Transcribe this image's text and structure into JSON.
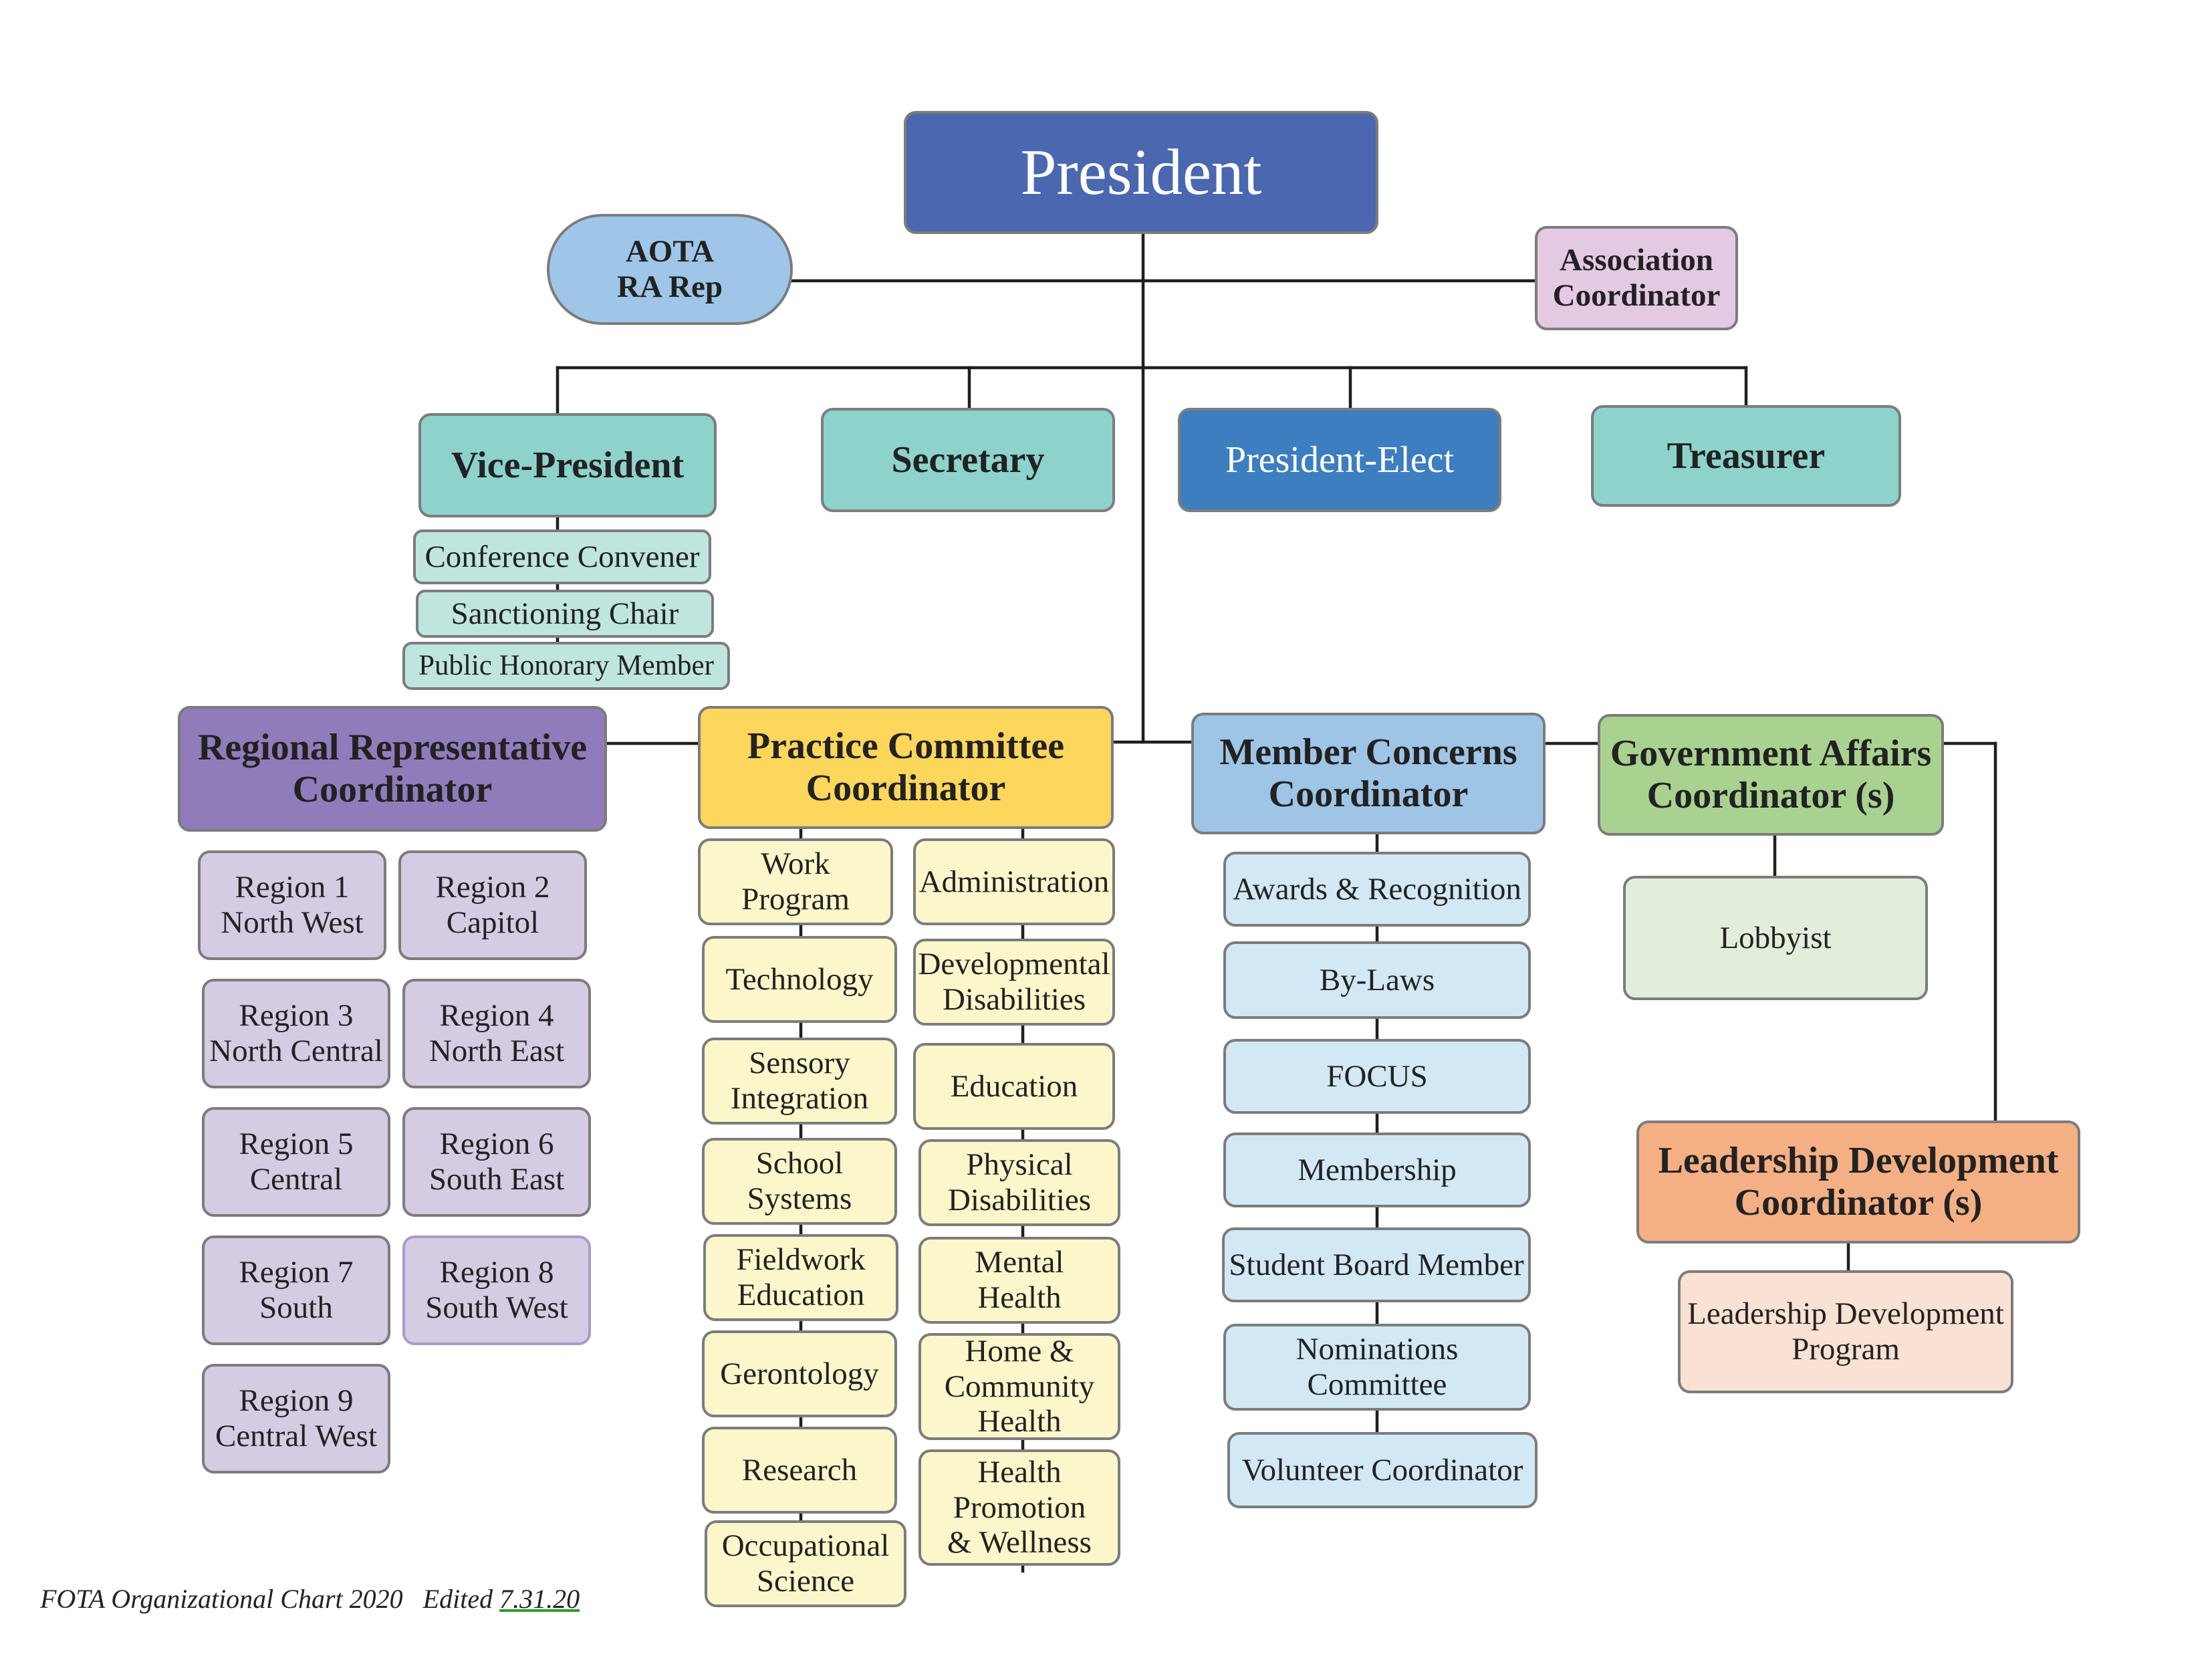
{
  "president": "President",
  "aota_rep": "AOTA\nRA Rep",
  "association_coordinator": "Association\nCoordinator",
  "vice_president": "Vice-President",
  "secretary": "Secretary",
  "president_elect": "President-Elect",
  "treasurer": "Treasurer",
  "vp_items": [
    "Conference Convener",
    "Sanctioning Chair",
    "Public Honorary Member"
  ],
  "regional": {
    "title": "Regional Representative\nCoordinator",
    "regions": [
      "Region 1\nNorth West",
      "Region 2\nCapitol",
      "Region 3\nNorth Central",
      "Region 4\nNorth East",
      "Region 5\nCentral",
      "Region 6\nSouth East",
      "Region 7\nSouth",
      "Region 8\nSouth West",
      "Region 9\nCentral West"
    ]
  },
  "practice": {
    "title": "Practice Committee\nCoordinator",
    "left": [
      "Work\nProgram",
      "Technology",
      "Sensory\nIntegration",
      "School\nSystems",
      "Fieldwork\nEducation",
      "Gerontology",
      "Research",
      "Occupational\nScience"
    ],
    "right": [
      "Administration",
      "Developmental\nDisabilities",
      "Education",
      "Physical\nDisabilities",
      "Mental\nHealth",
      "Home &\nCommunity\nHealth",
      "Health\nPromotion\n& Wellness"
    ]
  },
  "member": {
    "title": "Member Concerns\nCoordinator",
    "items": [
      "Awards & Recognition",
      "By-Laws",
      "FOCUS",
      "Membership",
      "Student Board Member",
      "Nominations\nCommittee",
      "Volunteer Coordinator"
    ]
  },
  "government": {
    "title": "Government Affairs\nCoordinator (s)",
    "lobbyist": "Lobbyist"
  },
  "leadership": {
    "title": "Leadership Development\nCoordinator (s)",
    "program": "Leadership Development\nProgram"
  },
  "footer": {
    "text": "FOTA Organizational Chart 2020   Edited ",
    "date": "7.31.20"
  },
  "colors": {
    "president": "#4a67b0",
    "president_elect": "#3c7ebf",
    "officers": "#8dd3cc",
    "regional": "#907cbb",
    "practice": "#fdd65c",
    "member": "#9ec5e6",
    "government": "#a9d290",
    "leadership": "#f4b084",
    "association": "#e3c9e2"
  }
}
